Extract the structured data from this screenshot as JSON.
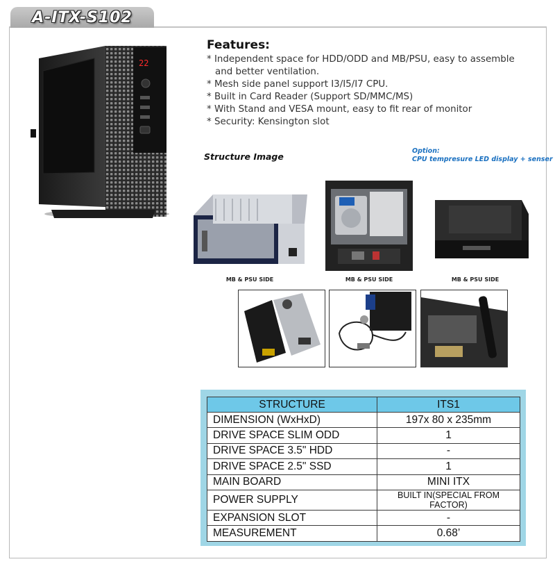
{
  "title": "A-ITX-S102",
  "features": {
    "heading": "Features:",
    "items": [
      "* Independent space for HDD/ODD and MB/PSU,  easy to assemble",
      "and better ventilation.",
      "* Mesh side panel support I3/I5/I7 CPU.",
      "* Built in Card Reader (Support SD/MMC/MS)",
      "* With Stand and VESA mount, easy to fit rear of monitor",
      "* Security: Kensington slot"
    ]
  },
  "structure_image_label": "Structure Image",
  "option": {
    "line1": "Option:",
    "line2": "CPU tempresure LED display + senser"
  },
  "hero_display": "22",
  "captions": [
    "MB & PSU SIDE",
    "MB & PSU SIDE",
    "MB & PSU SIDE"
  ],
  "spec_table": {
    "header": [
      "STRUCTURE",
      "ITS1"
    ],
    "rows": [
      [
        "DIMENSION (WxHxD)",
        "197x 80 x 235mm"
      ],
      [
        "DRIVE SPACE SLIM ODD",
        "1"
      ],
      [
        "DRIVE SPACE 3.5\" HDD",
        "-"
      ],
      [
        "DRIVE SPACE 2.5\" SSD",
        "1"
      ],
      [
        "MAIN BOARD",
        "MINI ITX"
      ],
      [
        "POWER SUPPLY",
        "BUILT IN(SPECIAL FROM FACTOR)"
      ],
      [
        "EXPANSION SLOT",
        "-"
      ],
      [
        "MEASUREMENT",
        "0.68’"
      ]
    ]
  }
}
